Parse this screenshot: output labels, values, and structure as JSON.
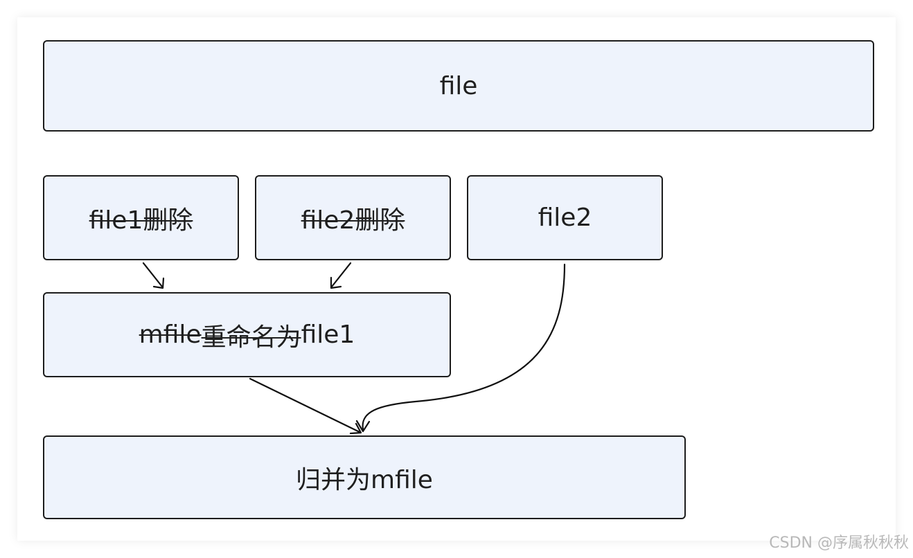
{
  "diagram": {
    "nodes": {
      "file": "file",
      "file1_delete": "file1删除",
      "file2_delete": "file2删除",
      "file2": "file2",
      "rename_part_struck": "mfile",
      "rename_part_rest": "重命名为file1",
      "merge": "归并为mfile"
    },
    "edges": [
      {
        "from": "file1_delete",
        "to": "rename"
      },
      {
        "from": "file2_delete",
        "to": "rename"
      },
      {
        "from": "rename",
        "to": "merge"
      },
      {
        "from": "file2",
        "to": "merge"
      }
    ]
  },
  "watermark": "CSDN @序属秋秋秋"
}
